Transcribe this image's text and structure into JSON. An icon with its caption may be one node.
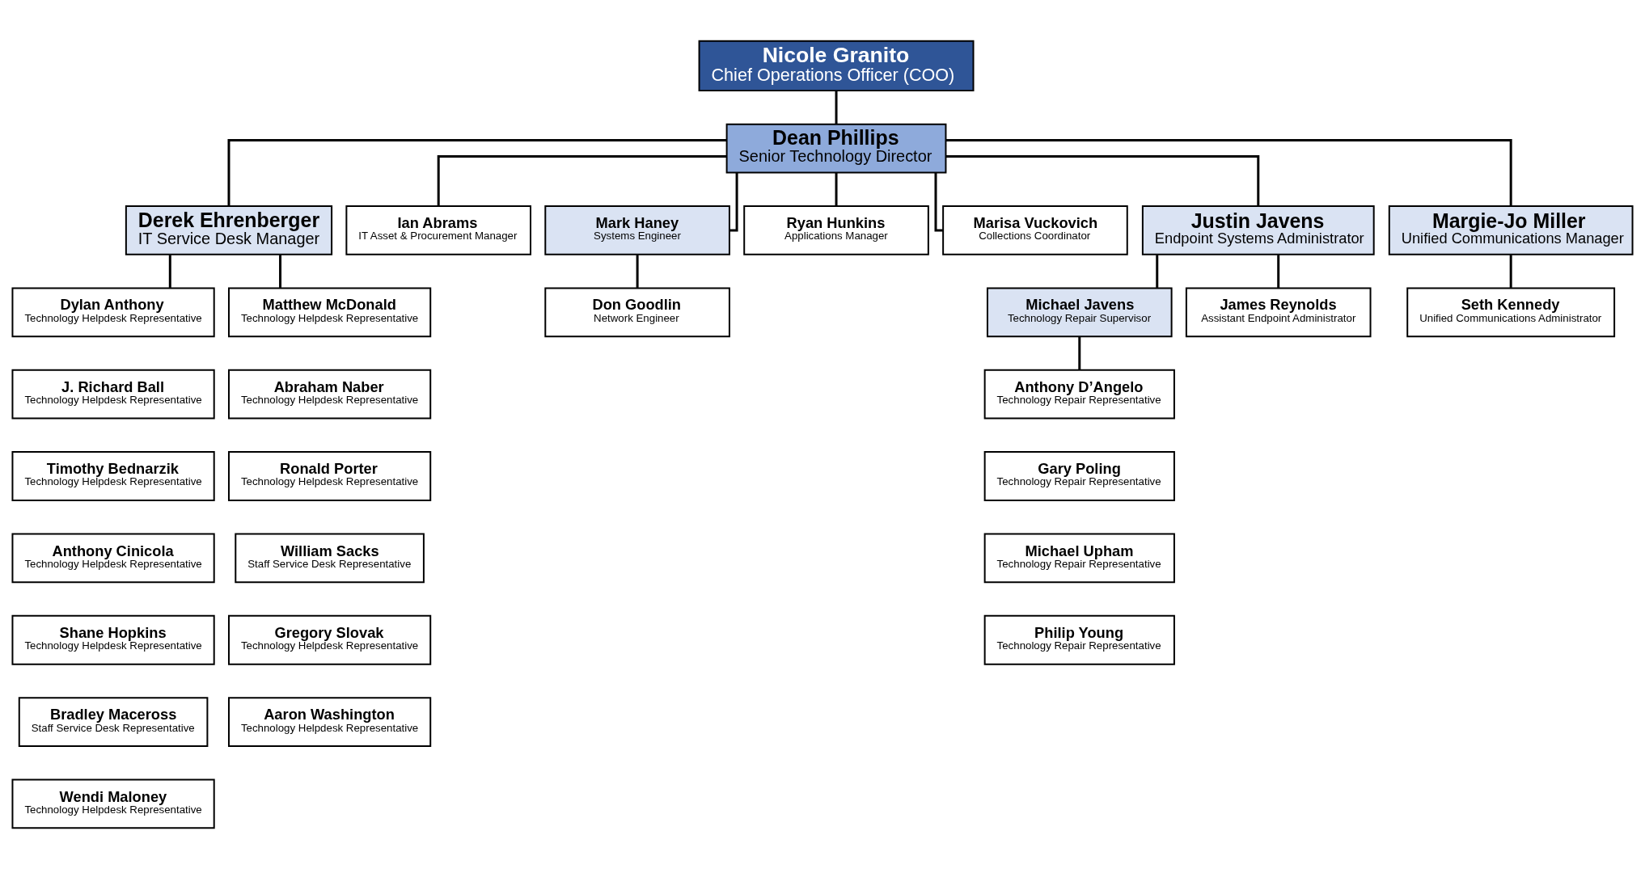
{
  "diagram": {
    "nodes": [
      {
        "text": [
          "Nicole Granito",
          "Chief Operations Officer (COO)"
        ]
      },
      {
        "text": [
          "Dean Phillips",
          "Senior Technology Director"
        ]
      },
      {
        "text": [
          "Derek Ehrenberger",
          "IT Service Desk Manager"
        ]
      },
      {
        "text": [
          "Ian Abrams",
          "IT Asset & Procurement Manager"
        ]
      },
      {
        "text": [
          "Mark Haney",
          "Systems Engineer"
        ]
      },
      {
        "text": [
          "Ryan Hunkins",
          "Applications Manager"
        ]
      },
      {
        "text": [
          "Marisa Vuckovich",
          "Collections Coordinator"
        ]
      },
      {
        "text": [
          "Justin Javens",
          "Endpoint Systems Administrator"
        ]
      },
      {
        "text": [
          "Margie-Jo Miller",
          "Unified Communications Manager"
        ]
      },
      {
        "text": [
          "Don Goodlin",
          "Network Engineer"
        ]
      },
      {
        "text": [
          "Michael Javens",
          "Technology Repair Supervisor"
        ]
      },
      {
        "text": [
          "James Reynolds",
          "Assistant Endpoint Administrator"
        ]
      },
      {
        "text": [
          "Seth Kennedy",
          "Unified Communications Administrator"
        ]
      },
      {
        "text": [
          "Dylan Anthony",
          "Technology Helpdesk Representative"
        ]
      },
      {
        "text": [
          "Matthew McDonald",
          "Technology Helpdesk Representative"
        ]
      },
      {
        "text": [
          "J. Richard Ball",
          "Technology Helpdesk Representative"
        ]
      },
      {
        "text": [
          "Abraham Naber",
          "Technology Helpdesk Representative"
        ]
      },
      {
        "text": [
          "Timothy Bednarzik",
          "Technology Helpdesk Representative"
        ]
      },
      {
        "text": [
          "Ronald Porter",
          "Technology Helpdesk Representative"
        ]
      },
      {
        "text": [
          "Anthony Cinicola",
          "Technology Helpdesk Representative"
        ]
      },
      {
        "text": [
          "William Sacks",
          "Staff Service Desk Representative"
        ]
      },
      {
        "text": [
          "Shane Hopkins",
          "Technology Helpdesk Representative"
        ]
      },
      {
        "text": [
          "Gregory Slovak",
          "Technology Helpdesk Representative"
        ]
      },
      {
        "text": [
          "Bradley Maceross",
          "Staff Service Desk Representative"
        ]
      },
      {
        "text": [
          "Aaron Washington",
          "Technology Helpdesk Representative"
        ]
      },
      {
        "text": [
          "Wendi Maloney",
          "Technology Helpdesk Representative"
        ]
      },
      {
        "text": [
          "Anthony D’Angelo",
          "Technology Repair Representative"
        ]
      },
      {
        "text": [
          "Gary Poling",
          "Technology Repair Representative"
        ]
      },
      {
        "text": [
          "Michael Upham",
          "Technology Repair Representative"
        ]
      },
      {
        "text": [
          "Philip Young",
          "Technology Repair Representative"
        ]
      }
    ],
    "edges": [
      {
        "from": 0,
        "to": 1,
        "arrow": "none"
      },
      {
        "from": 1,
        "to": 2,
        "arrow": "none"
      },
      {
        "from": 1,
        "to": 3,
        "arrow": "none"
      },
      {
        "from": 1,
        "to": 4,
        "arrow": "none"
      },
      {
        "from": 1,
        "to": 5,
        "arrow": "none"
      },
      {
        "from": 1,
        "to": 6,
        "arrow": "none"
      },
      {
        "from": 1,
        "to": 7,
        "arrow": "none"
      },
      {
        "from": 1,
        "to": 8,
        "arrow": "none"
      },
      {
        "from": 4,
        "to": 9,
        "arrow": "none"
      },
      {
        "from": 7,
        "to": 10,
        "arrow": "none"
      },
      {
        "from": 7,
        "to": 11,
        "arrow": "none"
      },
      {
        "from": 8,
        "to": 12,
        "arrow": "none"
      },
      {
        "from": 2,
        "to": 13,
        "arrow": "none"
      },
      {
        "from": 2,
        "to": 14,
        "arrow": "none"
      },
      {
        "from": 10,
        "to": 26,
        "arrow": "none"
      }
    ]
  }
}
